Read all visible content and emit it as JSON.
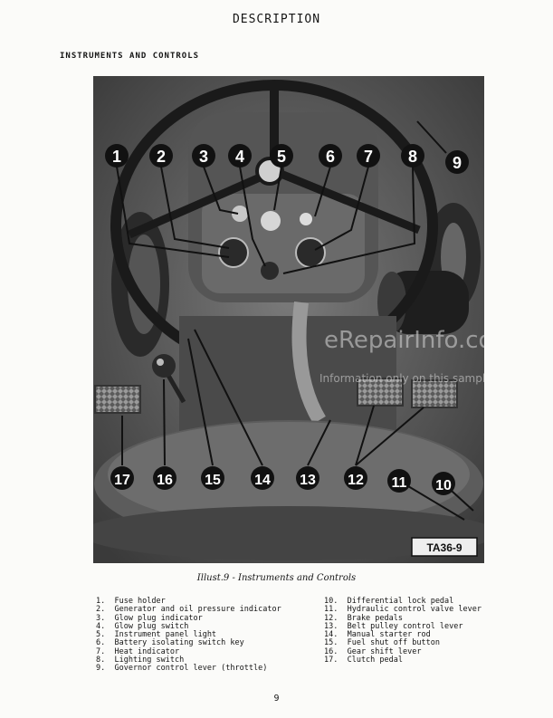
{
  "header": {
    "title": "DESCRIPTION"
  },
  "section": {
    "title": "INSTRUMENTS AND CONTROLS"
  },
  "illustration": {
    "plate_id": "TA36-9",
    "callouts": [
      "1",
      "2",
      "3",
      "4",
      "5",
      "6",
      "7",
      "8",
      "9",
      "10",
      "11",
      "12",
      "13",
      "14",
      "15",
      "16",
      "17"
    ],
    "watermark_main": "eRepairInfo.com",
    "watermark_sub": "Information only on this sample"
  },
  "caption": "Illust.9 - Instruments and Controls",
  "legend_left": [
    "1.  Fuse holder",
    "2.  Generator and oil pressure indicator",
    "3.  Glow plug indicator",
    "4.  Glow plug switch",
    "5.  Instrument panel light",
    "6.  Battery isolating switch key",
    "7.  Heat indicator",
    "8.  Lighting switch",
    "9.  Governor control lever (throttle)"
  ],
  "legend_right": [
    "10.  Differential lock pedal",
    "11.  Hydraulic control valve lever",
    "12.  Brake pedals",
    "13.  Belt pulley control lever",
    "14.  Manual starter rod",
    "15.  Fuel shut off button",
    "16.  Gear shift lever",
    "17.  Clutch pedal"
  ],
  "page_number": "9"
}
